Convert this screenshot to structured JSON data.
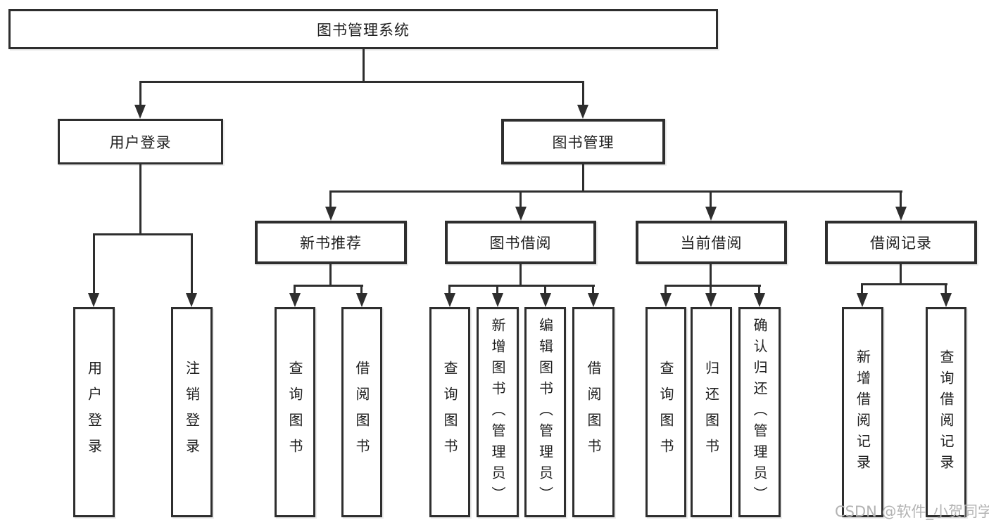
{
  "colors": {
    "line": "#2e2e2e",
    "text": "#1f1f1f",
    "bg": "#ffffff",
    "watermark": "#b3b3b3"
  },
  "watermark": "CSDN @软件_小贺同学",
  "tree": {
    "root": "图书管理系统",
    "children": [
      {
        "label": "用户登录",
        "children": [
          "用户登录",
          "注销登录"
        ]
      },
      {
        "label": "图书管理",
        "children": [
          {
            "label": "新书推荐",
            "children": [
              "查询图书",
              "借阅图书"
            ]
          },
          {
            "label": "图书借阅",
            "children": [
              "查询图书",
              "新增图书（管理员）",
              "编辑图书（管理员）",
              "借阅图书"
            ]
          },
          {
            "label": "当前借阅",
            "children": [
              "查询图书",
              "归还图书",
              "确认归还（管理员）"
            ]
          },
          {
            "label": "借阅记录",
            "children": [
              "新增借阅记录",
              "查询借阅记录"
            ]
          }
        ]
      }
    ]
  }
}
